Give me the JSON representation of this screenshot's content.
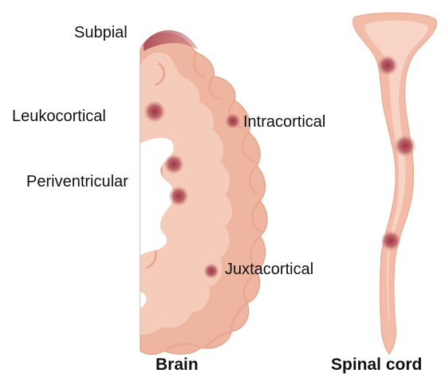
{
  "labels": {
    "subpial": "Subpial",
    "leukocortical": "Leukocortical",
    "intracortical": "Intracortical",
    "periventricular": "Periventricular",
    "juxtacortical": "Juxtacortical"
  },
  "captions": {
    "brain": "Brain",
    "spinal_cord": "Spinal cord"
  },
  "colors": {
    "cortex": "#eeb6a0",
    "cortex_edge": "#e7a68e",
    "white_matter": "#f5ccba",
    "ventricle": "#ffffff",
    "lesion": "#a8434e",
    "cord": "#f2bca8",
    "cord_core": "#f7d4c6"
  }
}
